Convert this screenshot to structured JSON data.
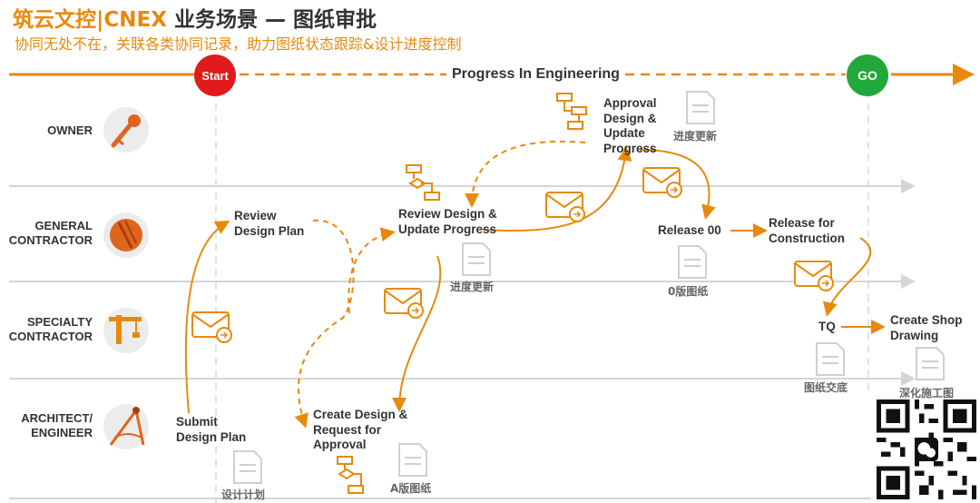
{
  "header": {
    "brand": "筑云文控|CNEX",
    "title": " 业务场景 — 图纸审批",
    "subtitle": "协同无处不在，关联各类协同记录，助力图纸状态跟踪&设计进度控制"
  },
  "timeline": {
    "start_label": "Start",
    "go_label": "GO",
    "title": "Progress In Engineering"
  },
  "lanes": [
    {
      "label": "OWNER",
      "icon": "key-icon"
    },
    {
      "label": "GENERAL CONTRACTOR",
      "icon": "hard-hat-icon"
    },
    {
      "label": "SPECIALTY CONTRACTOR",
      "icon": "crane-icon"
    },
    {
      "label": "ARCHITECT/ ENGINEER",
      "icon": "drafting-compass-icon"
    }
  ],
  "nodes": {
    "submit_design_plan": "Submit Design Plan",
    "review_design_plan": "Review Design Plan",
    "create_design": "Create Design & Request for Approval",
    "review_design_update": "Review Design & Update Progress",
    "approval_design": "Approval Design & Update Progress",
    "release_00": "Release 00",
    "release_construction": "Release for Construction",
    "tq": "TQ",
    "create_shop_drawing": "Create Shop Drawing"
  },
  "documents": {
    "design_plan": "设计计划",
    "version_a": "A版图纸",
    "progress_update_1": "进度更新",
    "progress_update_2": "进度更新",
    "version_0": "0版图纸",
    "drawing_submit": "图纸交底",
    "shop_drawing": "深化施工图"
  },
  "colors": {
    "accent": "#e8890c",
    "start": "#e11b1b",
    "go": "#22a83a",
    "lane_line": "#d5d5d5",
    "text": "#333333"
  }
}
